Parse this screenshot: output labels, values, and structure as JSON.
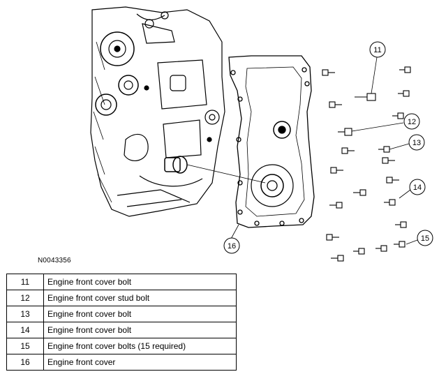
{
  "figure_id": "N0043356",
  "callouts": [
    "11",
    "12",
    "13",
    "14",
    "15",
    "16"
  ],
  "legend": [
    {
      "num": "11",
      "desc": "Engine front cover bolt"
    },
    {
      "num": "12",
      "desc": "Engine front cover stud bolt"
    },
    {
      "num": "13",
      "desc": "Engine front cover bolt"
    },
    {
      "num": "14",
      "desc": "Engine front cover bolt"
    },
    {
      "num": "15",
      "desc": "Engine front cover bolts (15 required)"
    },
    {
      "num": "16",
      "desc": "Engine front cover"
    }
  ]
}
